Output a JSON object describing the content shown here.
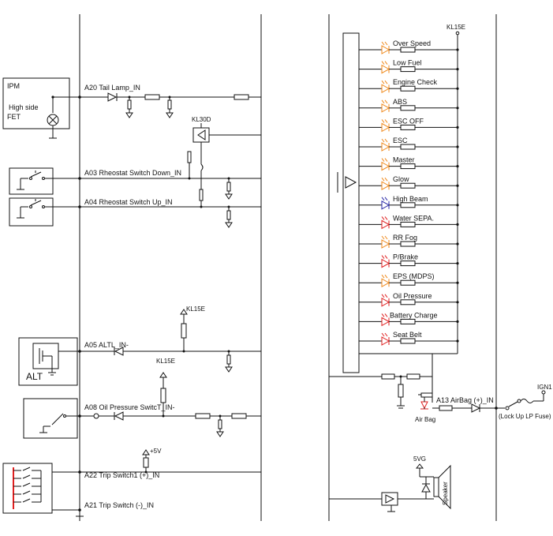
{
  "left_panel": {
    "ipm": {
      "title": "IPM",
      "line1": "High side",
      "line2": "FET"
    },
    "kl30d": "KL30D",
    "signals": {
      "a20": "A20 Tail Lamp_IN",
      "a03": "A03 Rheostat Switch Down_IN",
      "a04": "A04 Rheostat Switch Up_IN",
      "a05": "A05 ALTL_IN-",
      "a08": "A08 Oil Pressure SwitcT_IN-",
      "a22": "A22 Trip Switch1 (+)_IN",
      "a21": "A21 Trip Switch (-)_IN"
    },
    "kl15e_a": "KL15E",
    "kl15e_b": "KL15E",
    "alt": "ALT",
    "plus5v": "+5V"
  },
  "right_panel": {
    "kl15e": "KL15E",
    "indicators": [
      {
        "label": "Over Speed",
        "color": "#f08a1c"
      },
      {
        "label": "Low Fuel",
        "color": "#f08a1c"
      },
      {
        "label": "Engine Check",
        "color": "#f08a1c"
      },
      {
        "label": "ABS",
        "color": "#f08a1c"
      },
      {
        "label": "ESC OFF",
        "color": "#f08a1c"
      },
      {
        "label": "ESC",
        "color": "#f08a1c"
      },
      {
        "label": "Master",
        "color": "#f08a1c"
      },
      {
        "label": "Glow",
        "color": "#f08a1c"
      },
      {
        "label": "High Beam",
        "color": "#2a2aa8"
      },
      {
        "label": "Water SEPA.",
        "color": "#e02020"
      },
      {
        "label": "RR Fog",
        "color": "#f08a1c"
      },
      {
        "label": "P/Brake",
        "color": "#e02020"
      },
      {
        "label": "EPS (MDPS)",
        "color": "#f08a1c"
      },
      {
        "label": "Oil Pressure",
        "color": "#e02020"
      },
      {
        "label": "Battery Charge",
        "color": "#e02020"
      },
      {
        "label": "Seat Belt",
        "color": "#e02020"
      }
    ],
    "airbag_signal": "A13 AirBag (+)_IN",
    "airbag_label": "Air Bag",
    "airbag_color": "#e02020",
    "ign1": "IGN1",
    "fuse": "(Lock Up LP Fuse)",
    "vg5": "5VG",
    "speaker": "Speaker"
  }
}
